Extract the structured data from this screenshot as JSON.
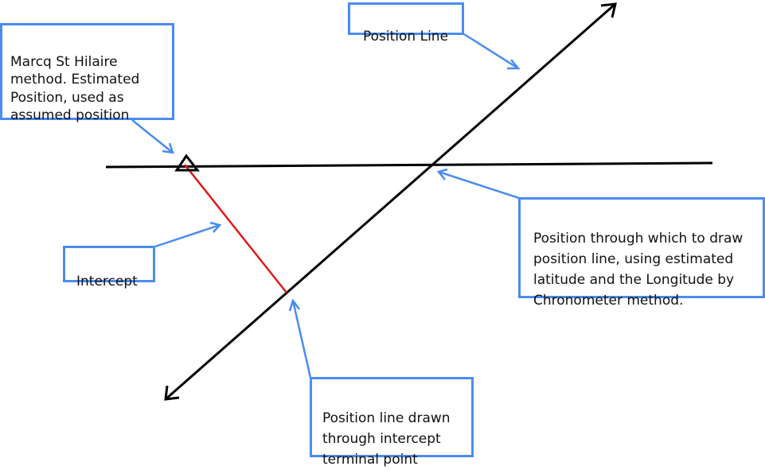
{
  "diagram": {
    "title": "Marcq St Hilaire intercept method diagram",
    "colors": {
      "line": "#000000",
      "intercept": "#e0191b",
      "callout": "#4a8cf0",
      "text": "#111111"
    },
    "labels": {
      "marcq": "Marcq St Hilaire\nmethod. Estimated\nPosition, used as\nassumed position",
      "position_line": "Position Line",
      "through": "Position through which to draw\nposition line, using estimated\nlatitude and the Longitude by\nChronometer method.",
      "intercept": "Intercept",
      "drawn": "Position line drawn\nthrough intercept\nterminal point"
    },
    "icons": {
      "assumed_position_marker": "triangle-icon",
      "arrowheads": "arrow-icon"
    }
  }
}
